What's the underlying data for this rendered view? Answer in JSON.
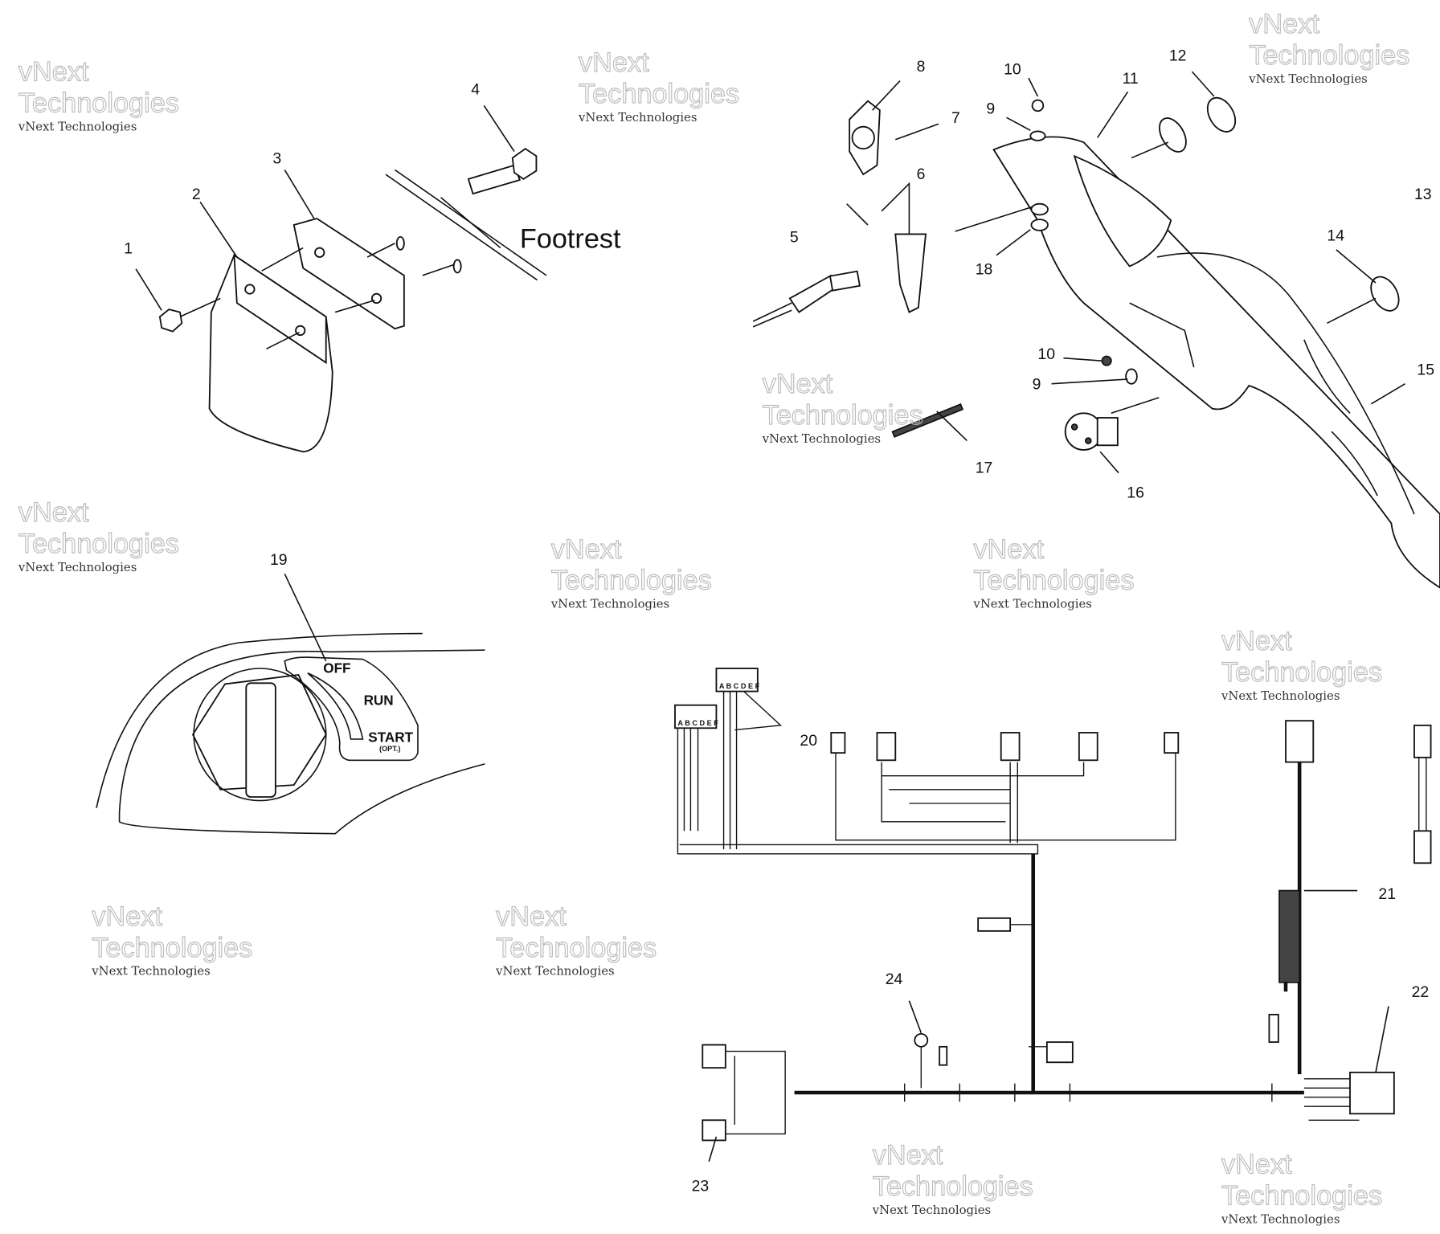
{
  "diagram": {
    "callouts": [
      "1",
      "2",
      "3",
      "4",
      "5",
      "6",
      "7",
      "8",
      "9",
      "10",
      "11",
      "12",
      "13",
      "14",
      "15",
      "9",
      "10",
      "16",
      "17",
      "18",
      "19",
      "20",
      "21",
      "22",
      "23",
      "24"
    ],
    "footrest_label": "Footrest",
    "key_switch": {
      "off": "OFF",
      "run": "RUN",
      "start": "START",
      "opt": "(OPT.)"
    },
    "harness_connector_letters": "A B C D E F"
  },
  "watermark": {
    "small": "vNext Technologies",
    "large_line1": "vNext",
    "large_line2": "Technologies"
  }
}
